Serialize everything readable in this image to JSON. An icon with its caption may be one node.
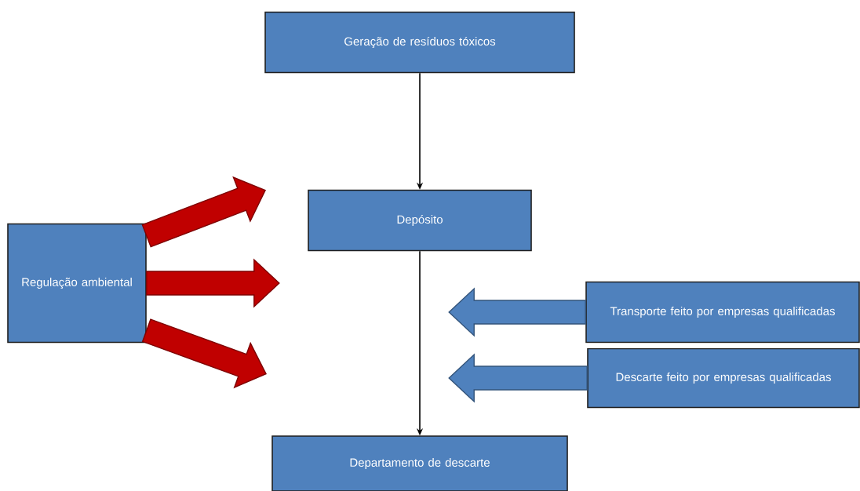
{
  "diagram": {
    "nodes": [
      {
        "text": [
          "Geração de resíduos tóxicos"
        ]
      },
      {
        "text": [
          "Depósito"
        ]
      },
      {
        "text": [
          "Regulação ambiental"
        ]
      },
      {
        "text": [
          "Transporte feito por empresas qualificadas"
        ]
      },
      {
        "text": [
          "Descarte feito por empresas qualificadas"
        ]
      },
      {
        "text": [
          "Departamento de descarte"
        ]
      }
    ],
    "edges": [
      {
        "from": 0,
        "to": 1,
        "arrow": "to"
      },
      {
        "from": 1,
        "to": 5,
        "arrow": "to"
      },
      {
        "from": 2,
        "to": null,
        "arrow": "to",
        "style": "thick",
        "color": "#c00000"
      },
      {
        "from": 2,
        "to": null,
        "arrow": "to",
        "style": "thick",
        "color": "#c00000"
      },
      {
        "from": 2,
        "to": null,
        "arrow": "to",
        "style": "thick",
        "color": "#c00000"
      },
      {
        "from": 3,
        "to": null,
        "arrow": "to",
        "style": "thick",
        "color": "#4f81bd"
      },
      {
        "from": 4,
        "to": null,
        "arrow": "to",
        "style": "thick",
        "color": "#4f81bd"
      }
    ]
  }
}
